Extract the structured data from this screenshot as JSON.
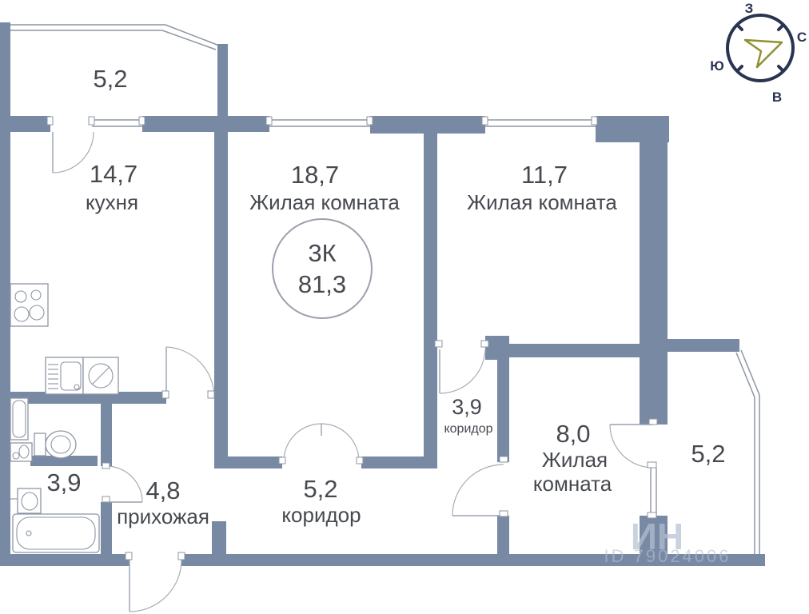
{
  "plan": {
    "summary": {
      "rooms_type": "3К",
      "total_area": "81,3"
    },
    "rooms": {
      "balcony_top": {
        "area": "5,2"
      },
      "kitchen": {
        "area": "14,7",
        "name": "кухня"
      },
      "living1": {
        "area": "18,7",
        "name": "Жилая комната"
      },
      "living2": {
        "area": "11,7",
        "name": "Жилая комната"
      },
      "corridor_small": {
        "area": "3,9",
        "name": "коридор"
      },
      "living3": {
        "area": "8,0",
        "name_line1": "Жилая",
        "name_line2": "комната"
      },
      "balcony_right": {
        "area": "5,2"
      },
      "bathroom": {
        "area": "3,9"
      },
      "hallway": {
        "area": "4,8",
        "name": "прихожая"
      },
      "corridor": {
        "area": "5,2",
        "name": "коридор"
      }
    },
    "compass": {
      "north": "С",
      "south": "Ю",
      "west": "З",
      "east": "В"
    },
    "watermark": {
      "logo": "ИН",
      "id_text": "ID 79024006"
    },
    "colors": {
      "wall": "#7889a4",
      "thin_line": "#8d95a3",
      "door_arc": "#a6acb7",
      "text": "#46494f",
      "compass_ring": "#2a3450",
      "compass_arrow": "#8f9130",
      "watermark": "#b4c0d4"
    }
  }
}
